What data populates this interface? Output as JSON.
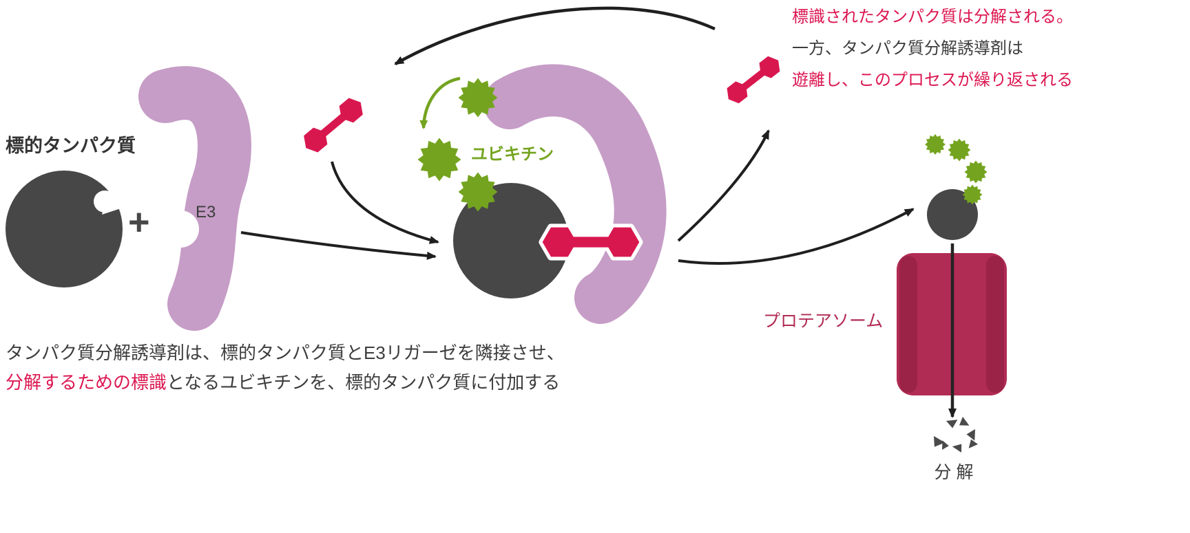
{
  "palette": {
    "protein_gray": "#474747",
    "e3_pink": "#c69dc6",
    "degrader_crimson": "#d9174f",
    "red_text": "#dc1751",
    "ubiquitin_green": "#74a41f",
    "proteasome_red": "#b12c54",
    "dark_text": "#3d3d3d"
  },
  "labels": {
    "target_protein": "標的タンパク質",
    "plus_sign": "+",
    "e3_ligase": "E3",
    "ubiquitin": "ユビキチン",
    "proteasome": "プロテアソーム",
    "degradation": "分 解"
  },
  "top_right_note": {
    "line1": "標識されたタンパク質は分解される。",
    "line2": "一方、タンパク質分解誘導剤は",
    "line3": "遊離し、このプロセスが繰り返される"
  },
  "bottom_note": {
    "line1": "タンパク質分解誘導剤は、標的タンパク質とE3リガーゼを隣接させ、",
    "line2_highlight": "分解するための標識",
    "line2_rest": "となるユビキチンを、標的タンパク質に付加する"
  }
}
